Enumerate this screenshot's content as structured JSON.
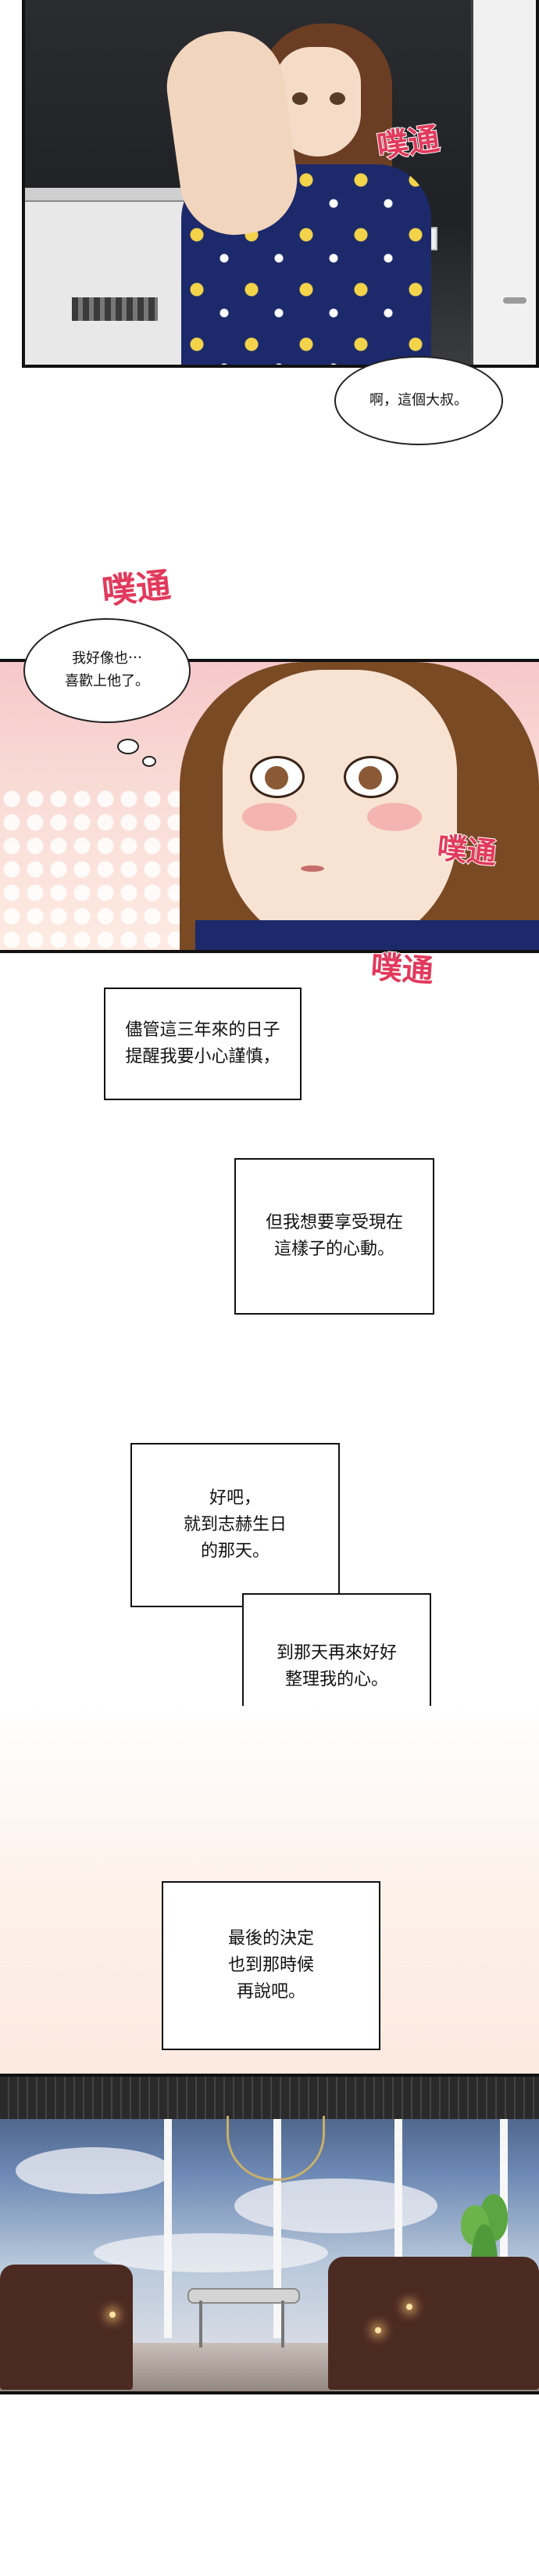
{
  "panel1": {
    "sfx": "噗通"
  },
  "bubble1": {
    "text": "啊，這個大叔。"
  },
  "panel2": {
    "sfx_top": "噗通",
    "sfx_right": "噗通",
    "sfx_bottom": "噗通"
  },
  "bubble2": {
    "text": "我好像也⋯\n喜歡上他了。"
  },
  "narration": [
    {
      "text": "儘管這三年來的日子\n提醒我要小心謹慎，"
    },
    {
      "text": "但我想要享受現在\n這樣子的心動。"
    },
    {
      "text": "好吧，\n就到志赫生日\n的那天。"
    },
    {
      "text": "到那天再來好好\n整理我的心。"
    },
    {
      "text": "最後的決定\n也到那時候\n再說吧。"
    }
  ]
}
